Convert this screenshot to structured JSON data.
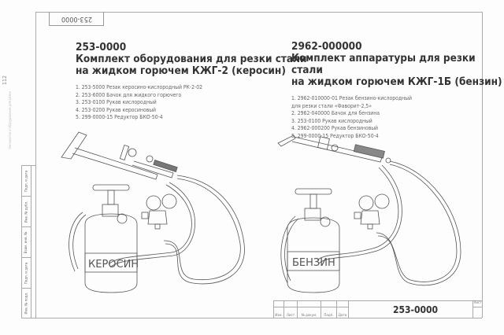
{
  "page_number": "112",
  "side_note": "технологии и оборудование для резки",
  "top_code": "253-0000",
  "left_set": {
    "code": "253-0000",
    "title_line1": "Комплект оборудования для резки стали",
    "title_line2": "на жидком горючем КЖГ-2 (керосин)",
    "items": [
      "1. 253-5000 Резак керосино-кислородный РК-2-02",
      "2. 253-6000 Бачок для жидкого горючего",
      "3. 253-0100 Рукав кислородный",
      "4. 253-0200 Рукав керосиновый",
      "5. 299-0000-15 Редуктор БКО-50-4"
    ],
    "tank_label": "КЕРОСИН"
  },
  "right_set": {
    "code": "2962-000000",
    "title_line1": "Комплект аппаратуры для резки стали",
    "title_line2": "на жидком горючем КЖГ-1Б (бензин)",
    "items": [
      "1. 2962-010000-01 Резак бензино-кислородный",
      "для резки стали «Фаворит-2,5»",
      "2. 2962-040000 Бачок для бензина",
      "3. 253-0100 Рукав кислородный",
      "4. 2962-000200 Рукав бензиновый",
      "5. 299-0000-15 Редуктор БКО-50-4"
    ],
    "tank_label": "БЕНЗИН"
  },
  "side_stamp": [
    "Инв. № подл.",
    "Подп. и дата",
    "Взам. инв. №",
    "Инв. № дубл.",
    "Подп. и дата"
  ],
  "title_block": {
    "columns": [
      "Изм.",
      "Лист",
      "№ докум.",
      "Подп.",
      "Дата"
    ],
    "doc_code": "253-0000",
    "sheet_label": "Лист"
  }
}
